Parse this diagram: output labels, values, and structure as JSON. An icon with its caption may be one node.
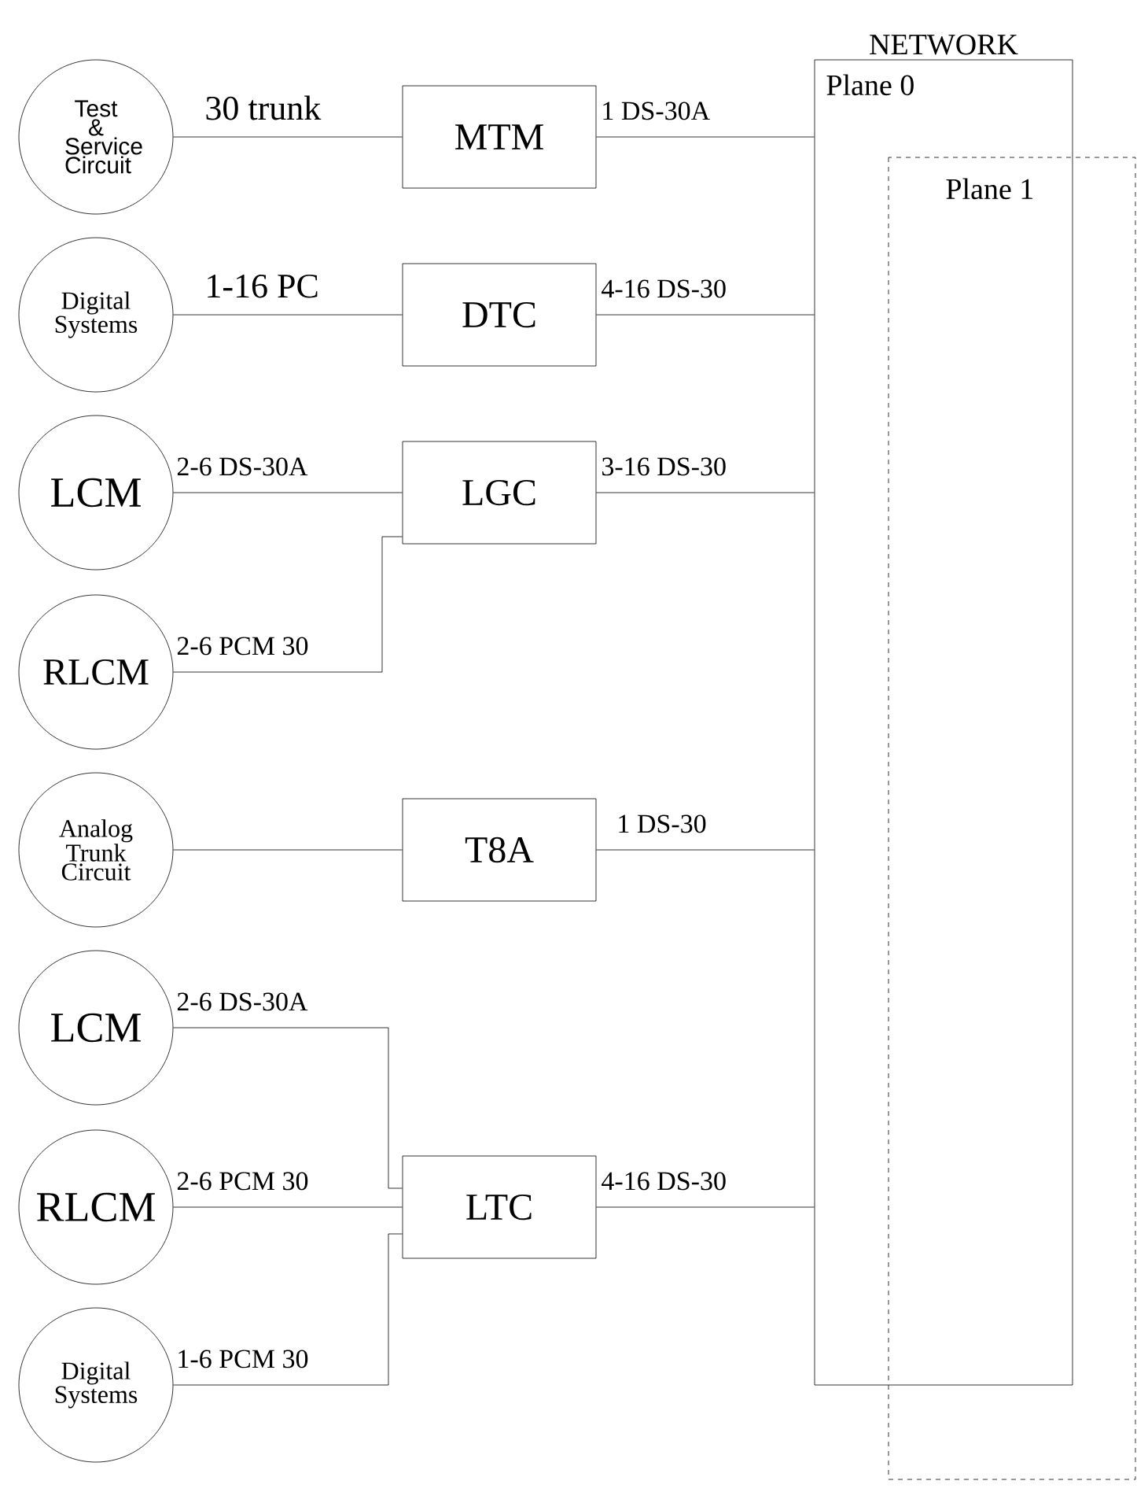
{
  "diagram": {
    "nodes": [
      {
        "text": [
          "NETWORK",
          "Plane 0"
        ]
      },
      {
        "text": [
          "Plane 1"
        ]
      },
      {
        "text": [
          "Test & Service Circuit"
        ]
      },
      {
        "text": [
          "MTM"
        ]
      },
      {
        "text": [
          "Digital Systems"
        ]
      },
      {
        "text": [
          "DTC"
        ]
      },
      {
        "text": [
          "LCM"
        ]
      },
      {
        "text": [
          "LGC"
        ]
      },
      {
        "text": [
          "RLCM"
        ]
      },
      {
        "text": [
          "Analog Trunk Circuit"
        ]
      },
      {
        "text": [
          "T8A"
        ]
      },
      {
        "text": [
          "LCM"
        ]
      },
      {
        "text": [
          "RLCM"
        ]
      },
      {
        "text": [
          "LTC"
        ]
      },
      {
        "text": [
          "Digital Systems"
        ]
      }
    ],
    "edges": [
      {
        "from": 2,
        "to": 3,
        "arrow": "none",
        "label": "30 trunk"
      },
      {
        "from": 3,
        "to": 0,
        "arrow": "none",
        "label": "1 DS-30A"
      },
      {
        "from": 4,
        "to": 5,
        "arrow": "none",
        "label": "1-16 PC"
      },
      {
        "from": 5,
        "to": 0,
        "arrow": "none",
        "label": "4-16 DS-30"
      },
      {
        "from": 6,
        "to": 7,
        "arrow": "none",
        "label": "2-6 DS-30A"
      },
      {
        "from": 8,
        "to": 7,
        "arrow": "none",
        "label": "2-6 PCM 30"
      },
      {
        "from": 7,
        "to": 0,
        "arrow": "none",
        "label": "3-16 DS-30"
      },
      {
        "from": 9,
        "to": 10,
        "arrow": "none"
      },
      {
        "from": 10,
        "to": 0,
        "arrow": "none",
        "label": "1 DS-30"
      },
      {
        "from": 11,
        "to": 13,
        "arrow": "none",
        "label": "2-6 DS-30A"
      },
      {
        "from": 12,
        "to": 13,
        "arrow": "none",
        "label": "2-6 PCM 30"
      },
      {
        "from": 14,
        "to": 13,
        "arrow": "none",
        "label": "1-6 PCM 30"
      },
      {
        "from": 13,
        "to": 0,
        "arrow": "none",
        "label": "4-16 DS-30"
      }
    ]
  }
}
